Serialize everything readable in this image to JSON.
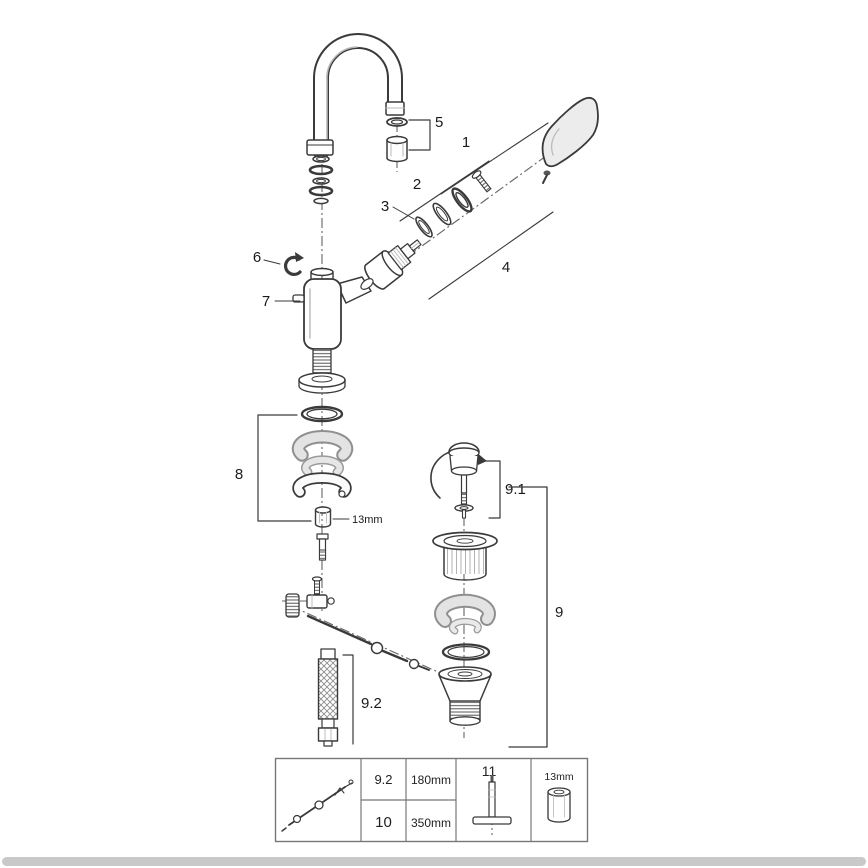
{
  "diagram": {
    "kind": "exploded-parts-diagram",
    "background": "#ffffff",
    "line_color": "#3a3a3a",
    "footer_bar_color": "#c9c9c9"
  },
  "callouts": {
    "part1": "1",
    "part2": "2",
    "part3": "3",
    "part4": "4",
    "part5": "5",
    "part6": "6",
    "part7": "7",
    "part8": "8",
    "part9": "9",
    "part9_1": "9.1",
    "part9_2": "9.2",
    "nut_size": "13mm"
  },
  "legend_table": {
    "rows": [
      {
        "ref": "9.2",
        "length": "180mm"
      },
      {
        "ref": "10",
        "length": "350mm"
      }
    ],
    "tool_ref": "11",
    "socket_size": "13mm"
  }
}
